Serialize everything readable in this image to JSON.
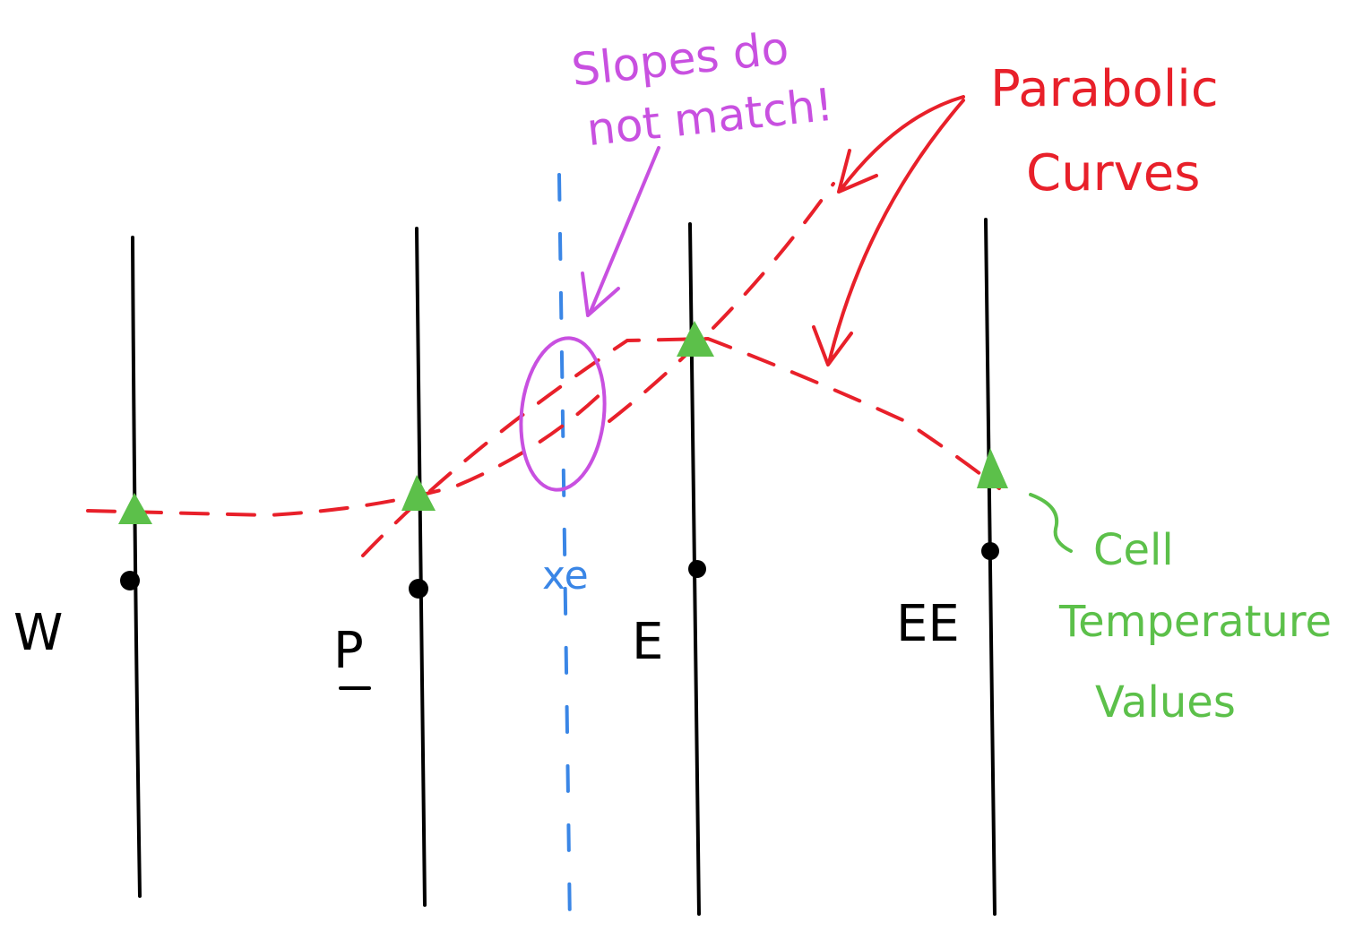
{
  "nodes": [
    {
      "id": "W",
      "label": "W"
    },
    {
      "id": "P",
      "label": "P"
    },
    {
      "id": "E",
      "label": "E"
    },
    {
      "id": "EE",
      "label": "EE"
    }
  ],
  "face": {
    "label": "xe"
  },
  "annotations": {
    "slopes": {
      "line1": "Slopes do",
      "line2": "not match!"
    },
    "parabolic": {
      "line1": "Parabolic",
      "line2": "Curves"
    },
    "cell": {
      "line1": "Cell",
      "line2": "Temperature",
      "line3": "Values"
    }
  },
  "colors": {
    "ink": "#000000",
    "curve": "#e8202a",
    "face": "#3a86e6",
    "slopes": "#c850e0",
    "cell": "#5cc04a"
  }
}
